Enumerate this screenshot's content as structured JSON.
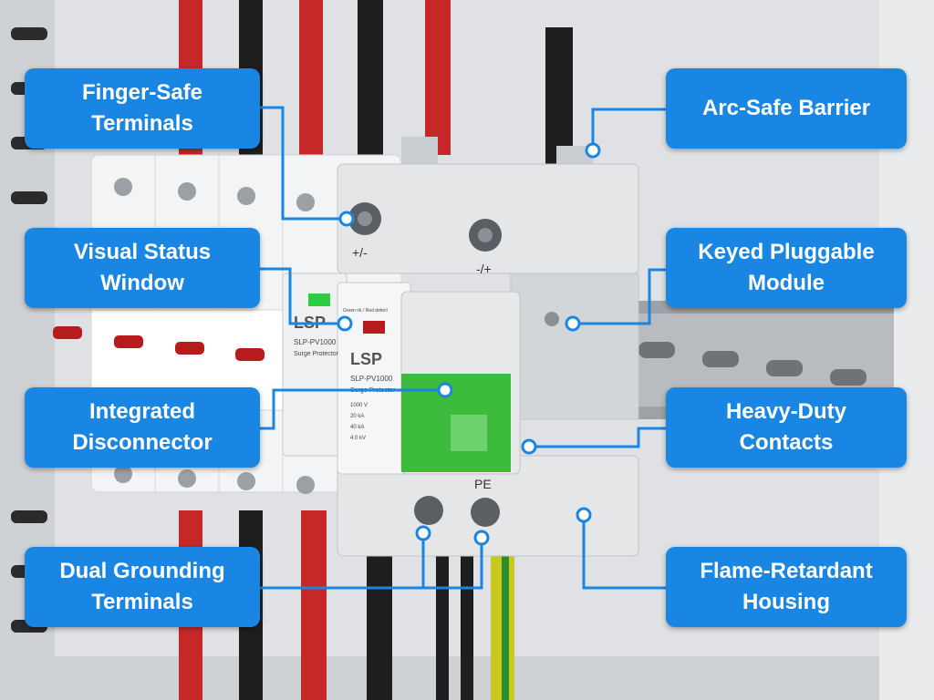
{
  "callouts": {
    "finger_safe": "Finger-Safe\nTerminals",
    "visual_status": "Visual Status\nWindow",
    "integrated_disconnector": "Integrated\nDisconnector",
    "dual_grounding": "Dual Grounding\nTerminals",
    "arc_safe": "Arc-Safe Barrier",
    "keyed_pluggable": "Keyed Pluggable\nModule",
    "heavy_duty": "Heavy-Duty\nContacts",
    "flame_retardant": "Flame-Retardant\nHousing"
  },
  "device": {
    "terminal_plus_minus": "+/-",
    "terminal_minus_plus": "-/+",
    "pe_label": "PE",
    "brand": "LSP",
    "model": "SLP-PV1000",
    "product": "Surge Protector",
    "status_legend": "Green ok / Red defect",
    "spec_uc": "1000 V",
    "spec_in": "20 kA",
    "spec_imax": "40 kA",
    "spec_up": "4.0 kV"
  },
  "colors": {
    "callout_blue": "#1a86e3",
    "leader_line": "#1a86e3",
    "status_green": "#2ecc40",
    "status_red": "#b71c1c",
    "wire_red": "#c62828",
    "wire_black": "#1e1e1e",
    "ground_wire": "#c8c81e",
    "disconnector_green": "#3dbb3d"
  }
}
